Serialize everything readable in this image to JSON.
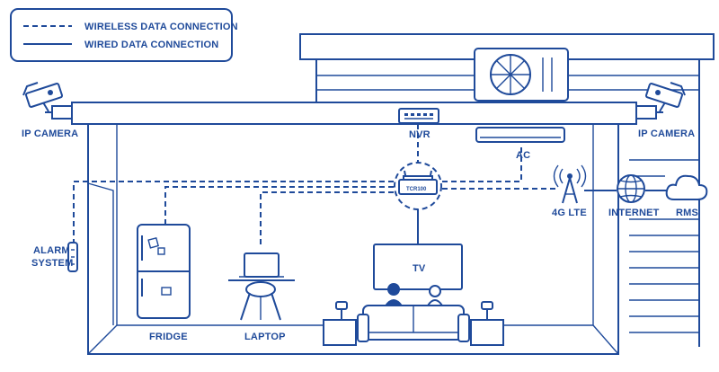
{
  "legend": {
    "wireless": "WIRELESS DATA CONNECTION",
    "wired": "WIRED DATA CONNECTION"
  },
  "labels": {
    "ip_camera_left": "IP CAMERA",
    "ip_camera_right": "IP CAMERA",
    "nvr": "NVR",
    "ac": "AC",
    "router": "TCR100",
    "lte": "4G LTE",
    "internet": "INTERNET",
    "rms": "RMS",
    "alarm_system": "ALARM\nSYSTEM",
    "tv": "TV",
    "fridge": "FRIDGE",
    "laptop": "LAPTOP"
  },
  "colors": {
    "line": "#1f4a9a",
    "background": "#ffffff"
  }
}
